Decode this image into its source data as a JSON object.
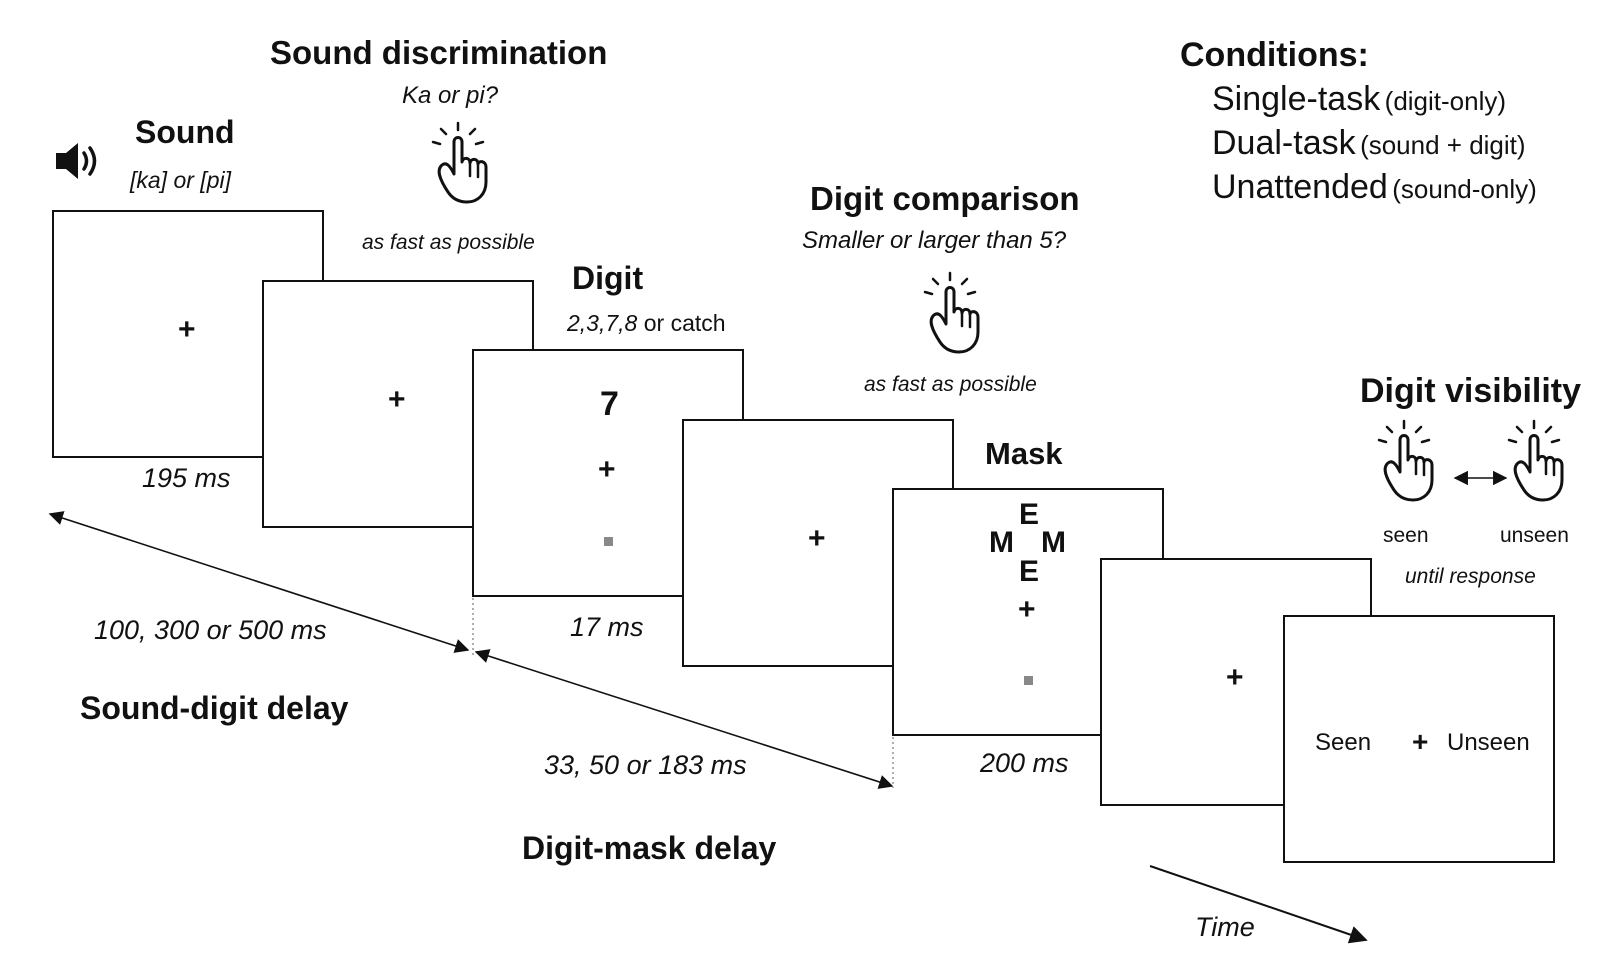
{
  "sound": {
    "title": "Sound",
    "subtitle": "[ka] or [pi]",
    "duration": "195 ms",
    "fixation": "+"
  },
  "sound_discrimination": {
    "title": "Sound discrimination",
    "question": "Ka or pi?",
    "instruction": "as fast as possible"
  },
  "blank_fixation": "+",
  "digit": {
    "title": "Digit",
    "subtitle_italic": "2,3,7,8",
    "subtitle_tail": " or catch",
    "shown_digit": "7",
    "fixation": "+",
    "duration": "17 ms"
  },
  "digit_comparison": {
    "title": "Digit comparison",
    "question": "Smaller or larger than 5?",
    "instruction": "as fast as possible"
  },
  "mask": {
    "title": "Mask",
    "letters": [
      "E",
      "M",
      "M",
      "E"
    ],
    "fixation": "+",
    "duration": "200 ms"
  },
  "visibility": {
    "title": "Digit visibility",
    "seen": "seen",
    "unseen": "unseen",
    "instruction": "until response",
    "screen_seen": "Seen",
    "screen_unseen": "Unseen",
    "screen_fixation": "+"
  },
  "conditions": {
    "heading": "Conditions:",
    "items": [
      {
        "name": "Single-task",
        "detail": "(digit-only)"
      },
      {
        "name": "Dual-task",
        "detail": "(sound + digit)"
      },
      {
        "name": "Unattended",
        "detail": "(sound-only)"
      }
    ]
  },
  "delays": {
    "sound_digit": {
      "label": "Sound-digit delay",
      "value": "100, 300 or 500 ms"
    },
    "digit_mask": {
      "label": "Digit-mask delay",
      "value": "33, 50 or 183 ms"
    }
  },
  "time_label": "Time",
  "icons": [
    "speaker-icon",
    "tapping-hand-icon",
    "double-arrow-icon"
  ]
}
